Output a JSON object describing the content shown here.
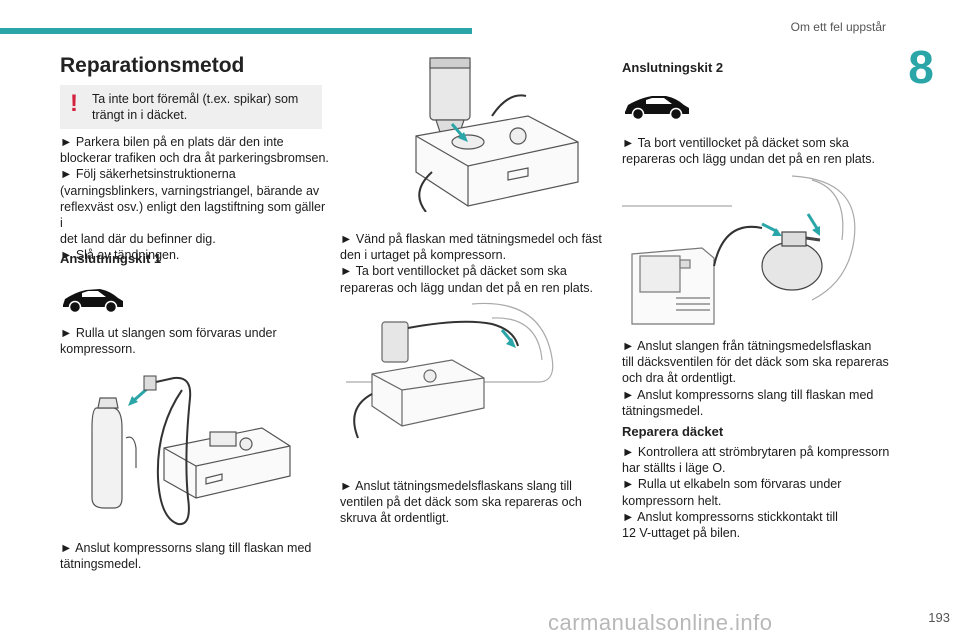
{
  "header": {
    "section_title": "Om ett fel uppstår",
    "chapter_number": "8"
  },
  "footer": {
    "page_number": "193",
    "watermark": "carmanualsonline.info"
  },
  "col1": {
    "title": "Reparationsmetod",
    "warning_icon": "!",
    "warning": "Ta inte bort föremål (t.ex. spikar) som trängt in i däcket.",
    "steps": [
      "► Parkera bilen på en plats där den inte",
      "blockerar trafiken och dra åt parkeringsbromsen.",
      "► Följ säkerhetsinstruktionerna",
      "(varningsblinkers, varningstriangel, bärande av",
      "reflexväst osv.) enligt den lagstiftning som gäller i",
      "det land där du befinner dig.",
      "► Slå av tändningen."
    ],
    "kit1_title": "Anslutningskit 1",
    "kit1_step1": [
      "► Rulla ut slangen som förvaras under",
      "kompressorn."
    ],
    "kit1_step2": [
      "► Anslut kompressorns slang till flaskan med",
      "tätningsmedel."
    ]
  },
  "col2": {
    "step_a": [
      "► Vänd på flaskan med tätningsmedel och fäst",
      "den i urtaget på kompressorn.",
      "► Ta bort ventillocket på däcket som ska",
      "repareras och lägg undan det på en ren plats."
    ],
    "step_b": [
      "► Anslut tätningsmedelsflaskans slang till",
      "ventilen på det däck som ska repareras och",
      "skruva åt ordentligt."
    ]
  },
  "col3": {
    "kit2_title": "Anslutningskit 2",
    "kit2_step1": [
      "► Ta bort ventillocket på däcket som ska",
      "repareras och lägg undan det på en ren plats."
    ],
    "kit2_step2": [
      "► Anslut slangen från tätningsmedelsflaskan",
      "till däcksventilen för det däck som ska repareras",
      "och dra åt ordentligt.",
      "► Anslut kompressorns slang till flaskan med",
      "tätningsmedel."
    ],
    "repair_title": "Reparera däcket",
    "repair_steps": [
      "► Kontrollera att strömbrytaren på kompressorn",
      "har ställts i läge O.",
      "► Rulla ut elkabeln som förvaras under",
      "kompressorn helt.",
      "► Anslut kompressorns stickkontakt till",
      "12 V-uttaget på bilen."
    ]
  },
  "colors": {
    "accent": "#2aa5a8",
    "warning": "#d4213d",
    "note_bg": "#efefef"
  },
  "icons": [
    "car-icon",
    "warning-icon",
    "arrow-icon"
  ]
}
